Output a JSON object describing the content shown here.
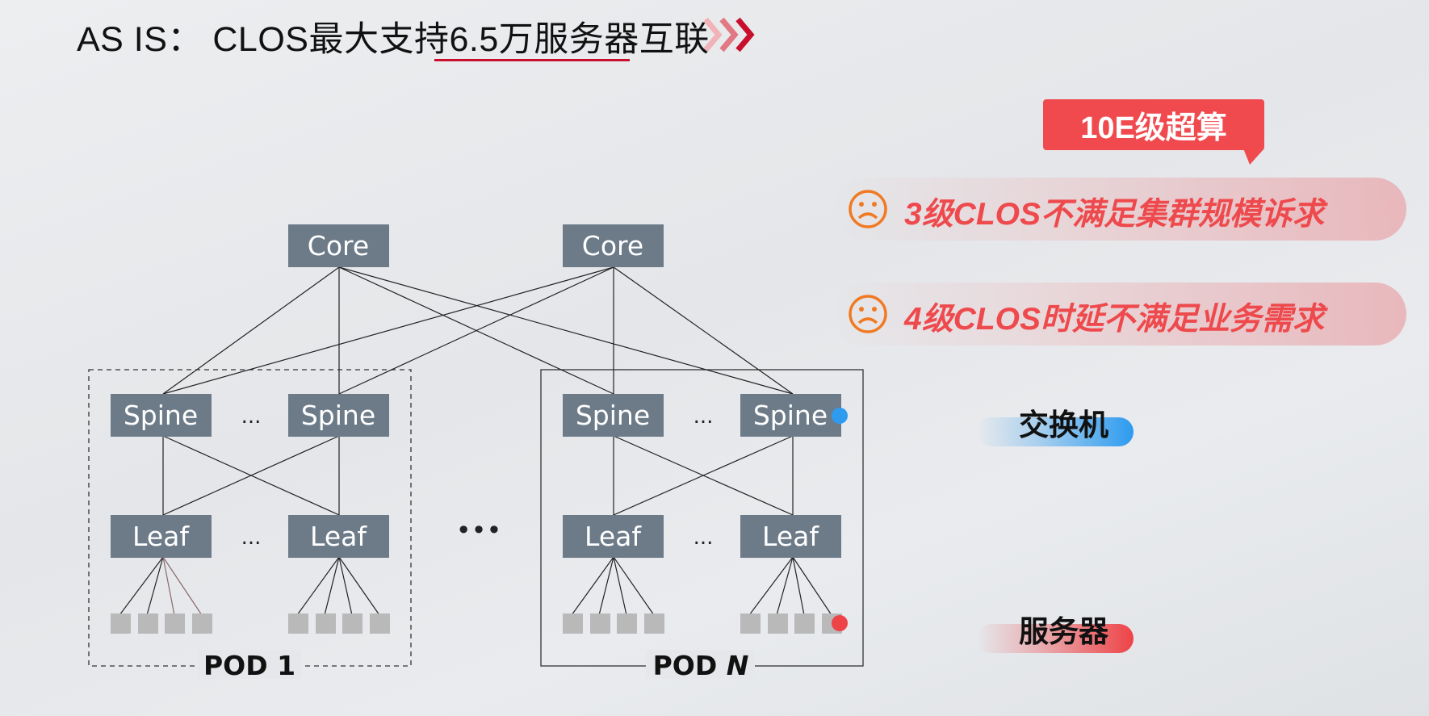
{
  "header": {
    "title": "AS IS： CLOS最大支持6.5万服务器互联"
  },
  "badge": {
    "label": "10E级超算"
  },
  "issues": [
    {
      "icon": "sad-face-icon",
      "text": "3级CLOS不满足集群规模诉求"
    },
    {
      "icon": "sad-face-icon",
      "text": "4级CLOS时延不满足业务需求"
    }
  ],
  "diagram": {
    "core_label": "Core",
    "spine_label": "Spine",
    "leaf_label": "Leaf",
    "ellipsis": "...",
    "between_pods": "•••",
    "pod1_label": "POD 1",
    "podN_prefix": "POD ",
    "podN_suffix": "N"
  },
  "legend": {
    "switch_label": "交换机",
    "server_label": "服务器"
  },
  "colors": {
    "accent_red": "#c8102e",
    "badge_red": "#f04a4f",
    "node_gray": "#6d7b89",
    "server_gray": "#b9b9b9",
    "switch_blue": "#2e9bef",
    "server_red": "#ee4347"
  }
}
